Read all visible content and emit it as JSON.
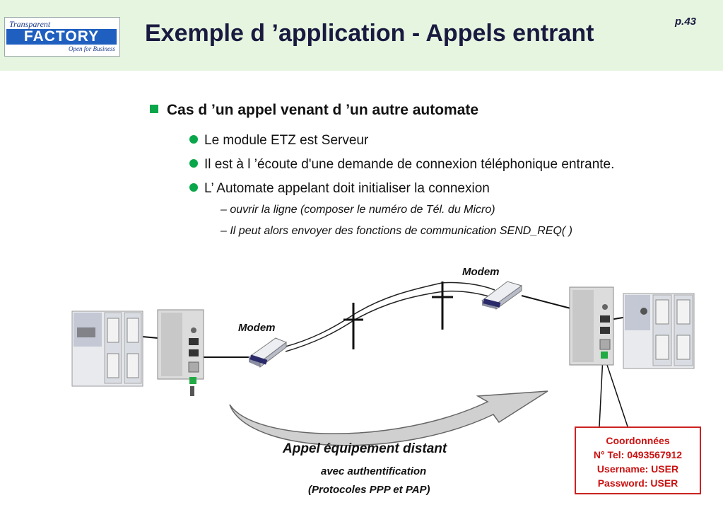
{
  "header": {
    "logo": {
      "top": "Transparent",
      "main": "FACTORY",
      "sub": "Open for Business"
    },
    "title": "Exemple d ’application - Appels entrant",
    "page": "p.43"
  },
  "content": {
    "main_bullet": "Cas d ’un appel venant d ’un autre automate",
    "bullets": [
      "Le module ETZ est Serveur",
      "Il est à l ’écoute d'une demande de connexion téléphonique entrante.",
      "L’ Automate appelant doit initialiser la connexion"
    ],
    "sub_bullets": [
      "– ouvrir la ligne (composer le numéro de Tél. du Micro)",
      "– Il peut alors envoyer des fonctions de communication SEND_REQ( )"
    ]
  },
  "diagram": {
    "modem_left_label": "Modem",
    "modem_right_label": "Modem",
    "arrow_caption": "Appel équipement distant",
    "arrow_sub1": "avec authentification",
    "arrow_sub2": "(Protocoles PPP et PAP)",
    "coordinates": {
      "line1": "Coordonnées",
      "line2": "N° Tel: 0493567912",
      "line3": "Username: USER",
      "line4": "Password: USER"
    }
  },
  "colors": {
    "header_bg": "#e6f5e0",
    "bullet_green": "#0aa64a",
    "box_red": "#cc2222",
    "title": "#1a1a40"
  }
}
